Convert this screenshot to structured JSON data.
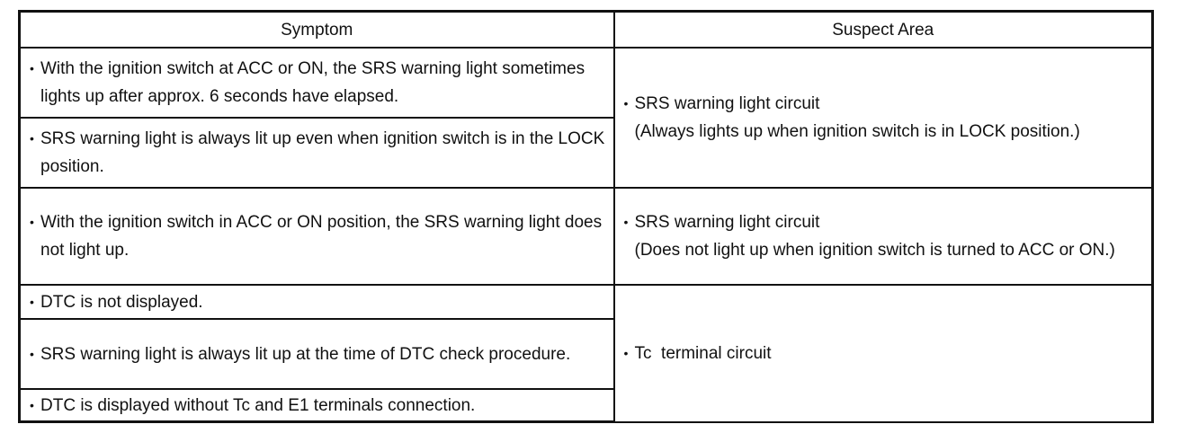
{
  "table": {
    "headers": {
      "symptom": "Symptom",
      "suspect_area": "Suspect Area"
    },
    "bullet_glyph": "•",
    "symptoms": [
      "With the ignition switch at ACC or ON, the SRS warning light sometimes lights up after approx. 6 seconds have elapsed.",
      "SRS warning light is always lit up even when ignition switch is in the LOCK position.",
      "With the ignition switch in ACC or ON position, the SRS warning light does not light up.",
      "DTC is not displayed.",
      "SRS warning light is always lit up at the time of DTC check procedure.",
      "DTC is displayed without Tc and E1 terminals connection."
    ],
    "suspect_areas": [
      {
        "title": "SRS warning light circuit",
        "note": "(Always lights up when ignition switch is in LOCK position.)"
      },
      {
        "title": "SRS warning light circuit",
        "note": "(Does not light up when ignition switch is turned to ACC or ON.)"
      },
      {
        "title": "Tc  terminal circuit",
        "note": ""
      }
    ]
  }
}
